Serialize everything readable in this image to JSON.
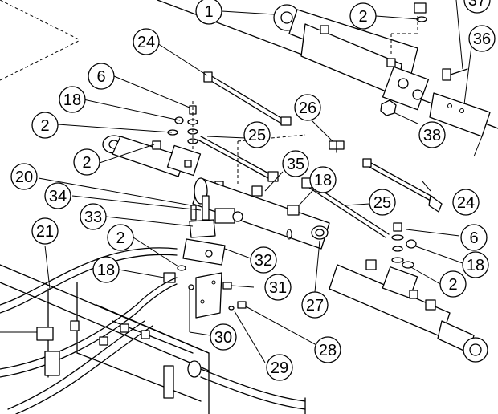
{
  "callouts": [
    {
      "label": "1"
    },
    {
      "label": "2"
    },
    {
      "label": "37"
    },
    {
      "label": "24"
    },
    {
      "label": "36"
    },
    {
      "label": "6"
    },
    {
      "label": "18"
    },
    {
      "label": "38"
    },
    {
      "label": "26"
    },
    {
      "label": "2"
    },
    {
      "label": "25"
    },
    {
      "label": "35"
    },
    {
      "label": "2"
    },
    {
      "label": "20"
    },
    {
      "label": "18"
    },
    {
      "label": "24"
    },
    {
      "label": "34"
    },
    {
      "label": "25"
    },
    {
      "label": "33"
    },
    {
      "label": "6"
    },
    {
      "label": "21"
    },
    {
      "label": "2"
    },
    {
      "label": "32"
    },
    {
      "label": "18"
    },
    {
      "label": "18"
    },
    {
      "label": "2"
    },
    {
      "label": "31"
    },
    {
      "label": "27"
    },
    {
      "label": "30"
    },
    {
      "label": "28"
    },
    {
      "label": "29"
    }
  ]
}
